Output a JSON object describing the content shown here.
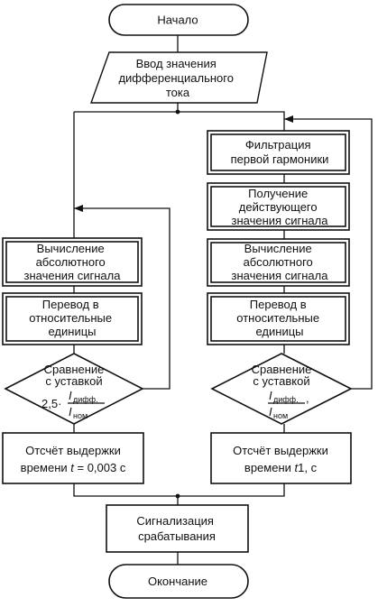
{
  "flowchart": {
    "start": "Начало",
    "input": [
      "Ввод значения",
      "дифференциального",
      "тока"
    ],
    "left": {
      "calc": [
        "Вычисление",
        "абсолютного",
        "значения сигнала"
      ],
      "convert": [
        "Перевод в",
        "относительные",
        "единицы"
      ],
      "compare": {
        "line1": "Сравнение",
        "line2": "с уставкой",
        "coef": "2,5·",
        "frac_num": "I",
        "frac_num_sub": "дифф.",
        "frac_den": "I",
        "frac_den_sub": "ном"
      },
      "delay": {
        "line1": "Отсчёт выдержки",
        "line2_prefix": "времени ",
        "var": "t",
        "line2_suffix": " = 0,003 с"
      }
    },
    "right": {
      "filter": [
        "Фильтрация",
        "первой гармоники"
      ],
      "rms": [
        "Получение",
        "действующего",
        "значения сигнала"
      ],
      "calc": [
        "Вычисление",
        "абсолютного",
        "значения сигнала"
      ],
      "convert": [
        "Перевод в",
        "относительные",
        "единицы"
      ],
      "compare": {
        "line1": "Сравнение",
        "line2": "с уставкой",
        "frac_num": "I",
        "frac_num_sub": "дифф.",
        "frac_den": "I",
        "frac_den_sub": "ном",
        "suffix": ","
      },
      "delay": {
        "line1": "Отсчёт выдержки",
        "line2_prefix": "времени ",
        "var": "t",
        "line2_suffix": "1, с"
      }
    },
    "signal": [
      "Сигнализация",
      "срабатывания"
    ],
    "end": "Окончание"
  }
}
